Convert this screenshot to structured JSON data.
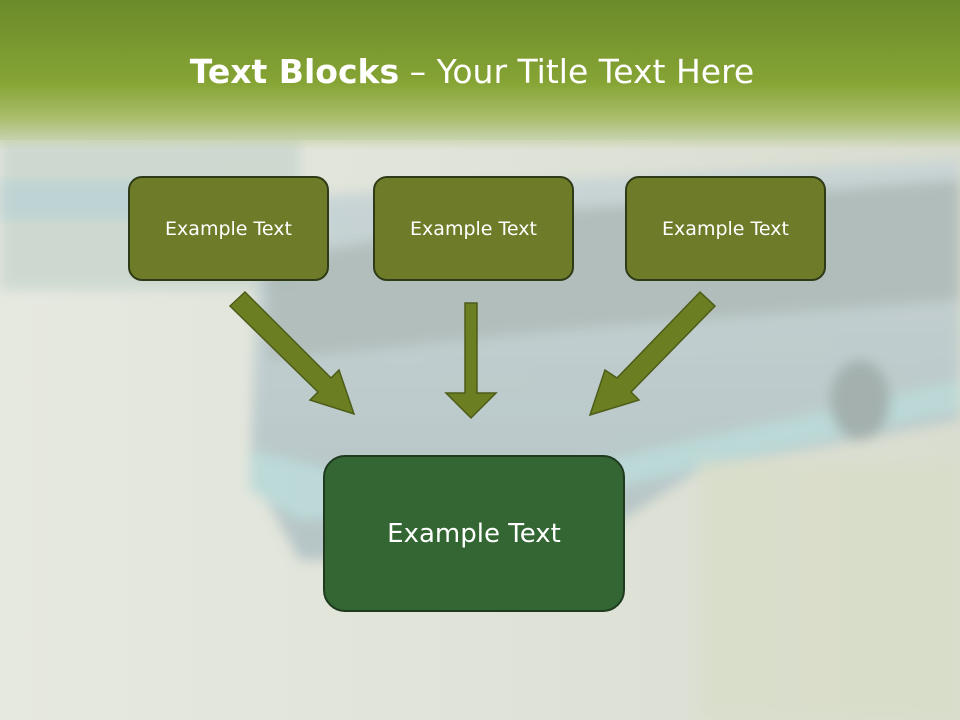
{
  "slide": {
    "title_bold": "Text Blocks",
    "title_dash": "–",
    "title_rest": "Your Title Text Here"
  },
  "blocks": {
    "left_label": "Example Text",
    "center_label": "Example Text",
    "right_label": "Example Text",
    "bottom_label": "Example Text"
  },
  "colors": {
    "header_green": "#86a434",
    "block_olive": "#6e7c2a",
    "block_dark_green": "#336633",
    "arrow_green": "#6b7f22"
  },
  "icons": [
    "arrow-down-right-icon",
    "arrow-down-icon",
    "arrow-down-left-icon"
  ]
}
